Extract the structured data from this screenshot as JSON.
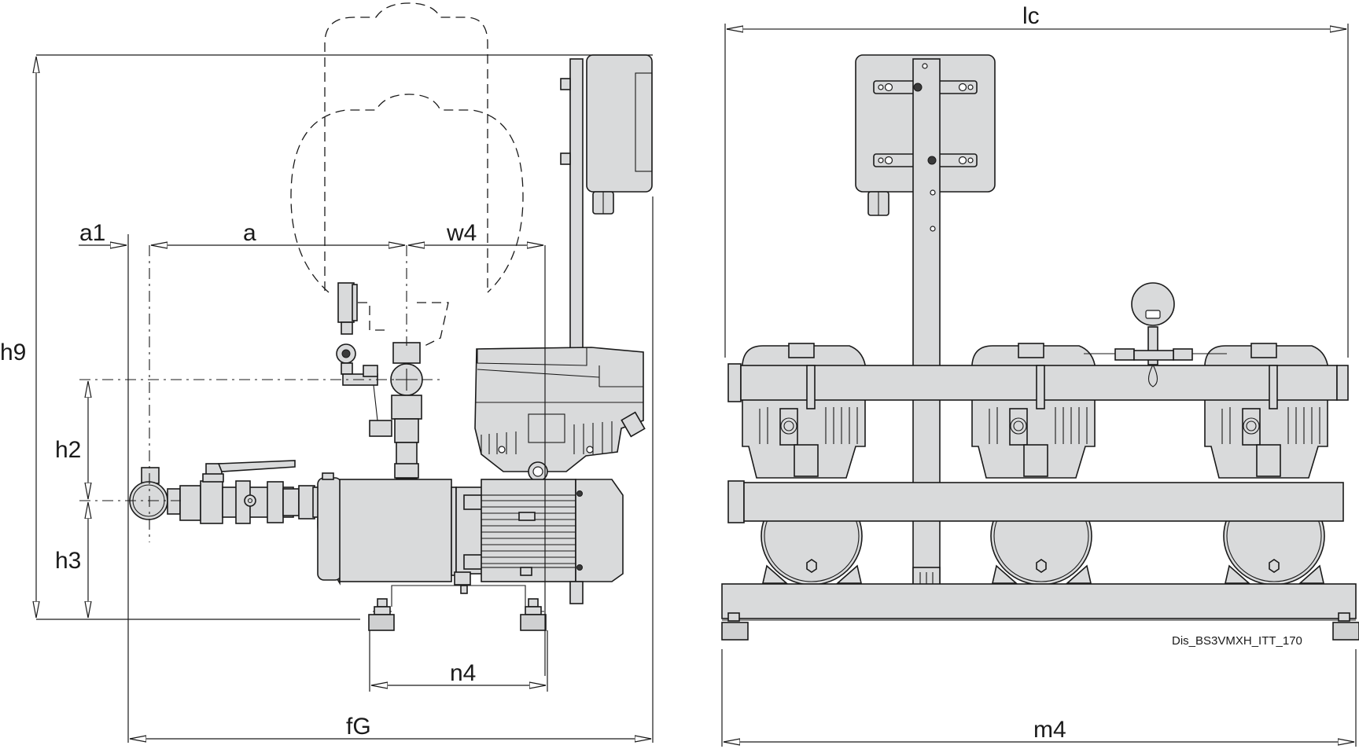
{
  "drawing": {
    "title": "Booster set dimensional drawing",
    "drawing_code": "Dis_BS3VMXH_ITT_170",
    "views": [
      "side-view",
      "front-view"
    ],
    "colors": {
      "line": "#1a1a1a",
      "fill": "#d9dadb",
      "background": "#ffffff"
    }
  },
  "dimensions": {
    "side_view": {
      "a1": "a1",
      "a": "a",
      "w4": "w4",
      "h9": "h9",
      "h2": "h2",
      "h3": "h3",
      "n4": "n4",
      "fG": "fG"
    },
    "front_view": {
      "lc": "lc",
      "m4": "m4"
    }
  }
}
